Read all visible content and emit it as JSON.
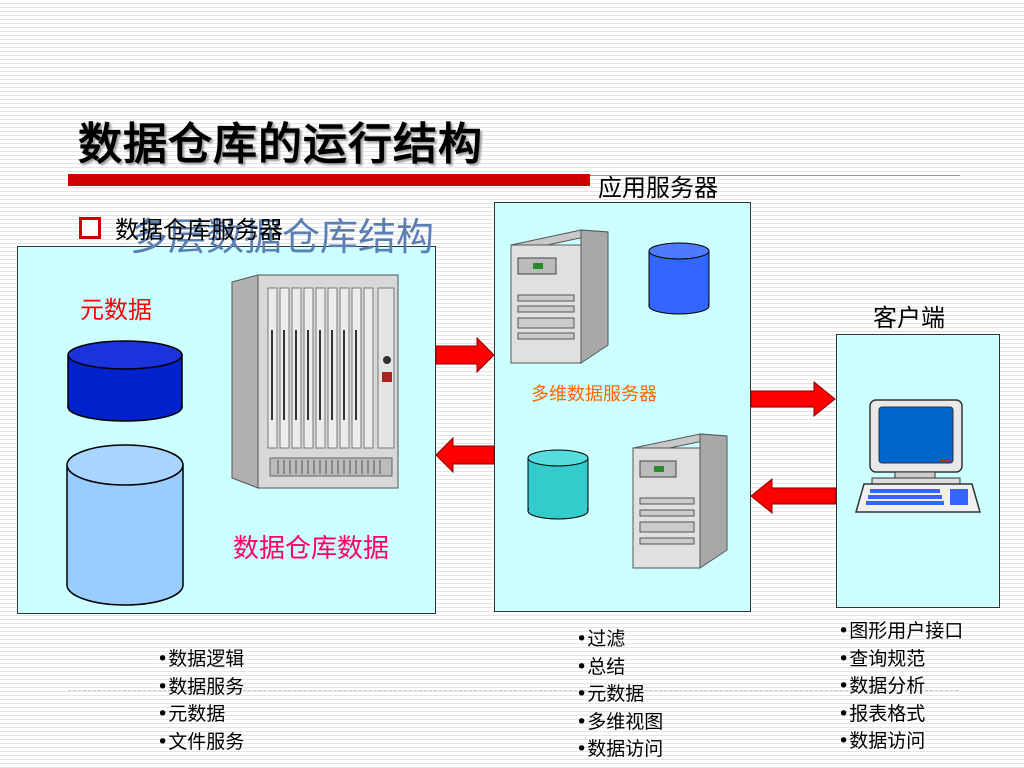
{
  "slide": {
    "title": "数据仓库的运行结构",
    "subtitle": "多层数据仓库结构",
    "section_label": "数据仓库服务器"
  },
  "left_panel": {
    "metadata_label": "元数据",
    "dw_data_label": "数据仓库数据",
    "bullets": [
      "数据逻辑",
      "数据服务",
      "元数据",
      "文件服务"
    ]
  },
  "middle_panel": {
    "header_label": "应用服务器",
    "olap_label": "多维数据服务器",
    "bullets": [
      "过滤",
      "总结",
      "元数据",
      "多维视图",
      "数据访问"
    ]
  },
  "right_panel": {
    "header_label": "客户端",
    "bullets": [
      "图形用户接口",
      "查询规范",
      "数据分析",
      "报表格式",
      "数据访问"
    ]
  },
  "colors": {
    "accent_red": "#cc0000",
    "panel_fill": "#ccffff",
    "metadata_db": "#0022cc",
    "dw_db": "#99ccff",
    "olap_db_blue": "#3366ff",
    "olap_db_teal": "#33cccc",
    "arrow_red": "#ff0000"
  },
  "icons": [
    "database-cylinder-icon",
    "rack-server-icon",
    "tower-server-icon",
    "desktop-computer-icon",
    "arrow-right-icon",
    "arrow-left-icon"
  ]
}
